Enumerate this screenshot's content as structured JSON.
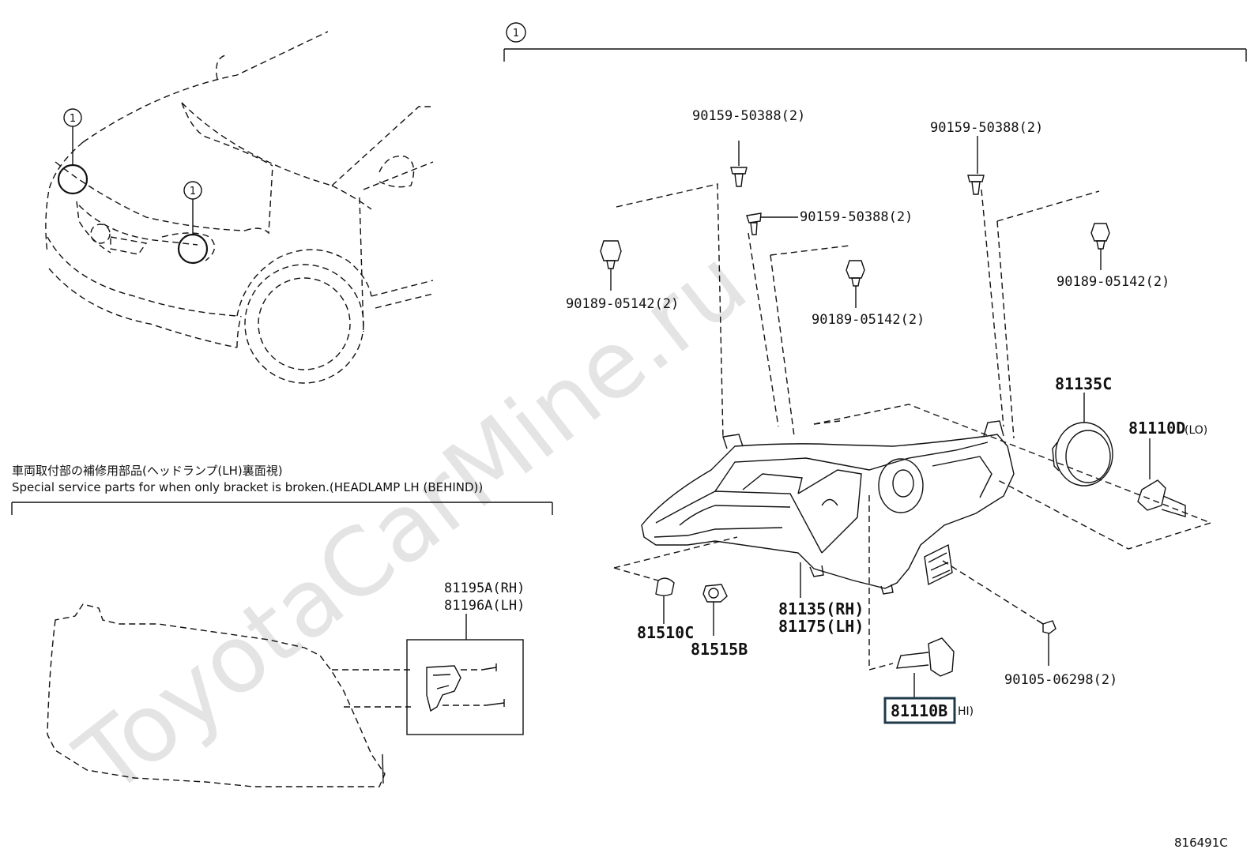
{
  "watermark": "ToyotaCarMine.ru",
  "diagram_code": "816491C",
  "callout": "1",
  "section_caption": {
    "jp": "車両取付部の補修用部品(ヘッドランプ(LH)裏面視)",
    "en": "Special service parts for when only bracket is broken.(HEADLAMP LH (BEHIND))"
  },
  "parts": {
    "screw_left": "90159-50388(2)",
    "screw_right": "90159-50388(2)",
    "screw_mid": "90159-50388(2)",
    "clip_left": "90189-05142(2)",
    "clip_mid": "90189-05142(2)",
    "clip_right": "90189-05142(2)",
    "cap": "81135C",
    "bulb_lo": "81110D",
    "bulb_lo_suffix": "(LO)",
    "bulb_hi": "81110B",
    "bulb_hi_suffix": "HI)",
    "lamp_rh": "81135(RH)",
    "lamp_lh": "81175(LH)",
    "socket_a": "81510C",
    "socket_b": "81515B",
    "screw_bottom": "90105-06298(2)",
    "bracket_rh": "81195A(RH)",
    "bracket_lh": "81196A(LH)"
  },
  "colors": {
    "line": "#111111",
    "watermark": "#e4e4e4",
    "highlight_border": "#1e3a4a"
  }
}
